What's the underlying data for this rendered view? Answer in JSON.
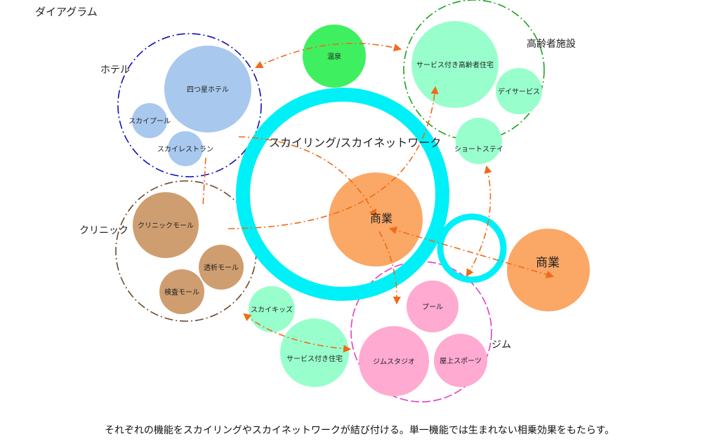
{
  "title": "ダイアグラム",
  "caption": "それぞれの機能をスカイリングやスカイネットワークが結び付ける。単一機能では生まれない相乗効果をもたらす。",
  "center": {
    "ring_label": "スカイリング/スカイネットワーク",
    "core_label": "商業"
  },
  "outer_commerce": {
    "label": "商業"
  },
  "onsen": {
    "label": "温泉"
  },
  "hotel": {
    "label": "ホテル",
    "items": [
      "四つ星ホテル",
      "スカイプール",
      "スカイレストラン"
    ]
  },
  "elderly": {
    "label": "高齢者施設",
    "items": [
      "サービス付き高齢者住宅",
      "デイサービス",
      "ショートステイ"
    ]
  },
  "clinic": {
    "label": "クリニック",
    "items": [
      "クリニックモール",
      "透析モール",
      "検査モール"
    ]
  },
  "gym": {
    "label": "ジム",
    "items": [
      "プール",
      "ジムスタジオ",
      "屋上スポーツ"
    ]
  },
  "kids": {
    "label": "スカイキッズ"
  },
  "housing": {
    "label": "サービス付き住宅"
  },
  "colors": {
    "ring": "#00f0f8",
    "commerce": "#fba766",
    "onsen": "#3ef060",
    "hotel_fill": "#a8c8ee",
    "hotel_border": "#1010b8",
    "elderly_fill": "#98ffcc",
    "elderly_border": "#1ea01e",
    "clinic_fill": "#cf9e70",
    "clinic_border": "#6a4a2a",
    "gym_fill": "#ffaad0",
    "gym_border": "#e040c8",
    "arrow": "#f06a1a"
  }
}
